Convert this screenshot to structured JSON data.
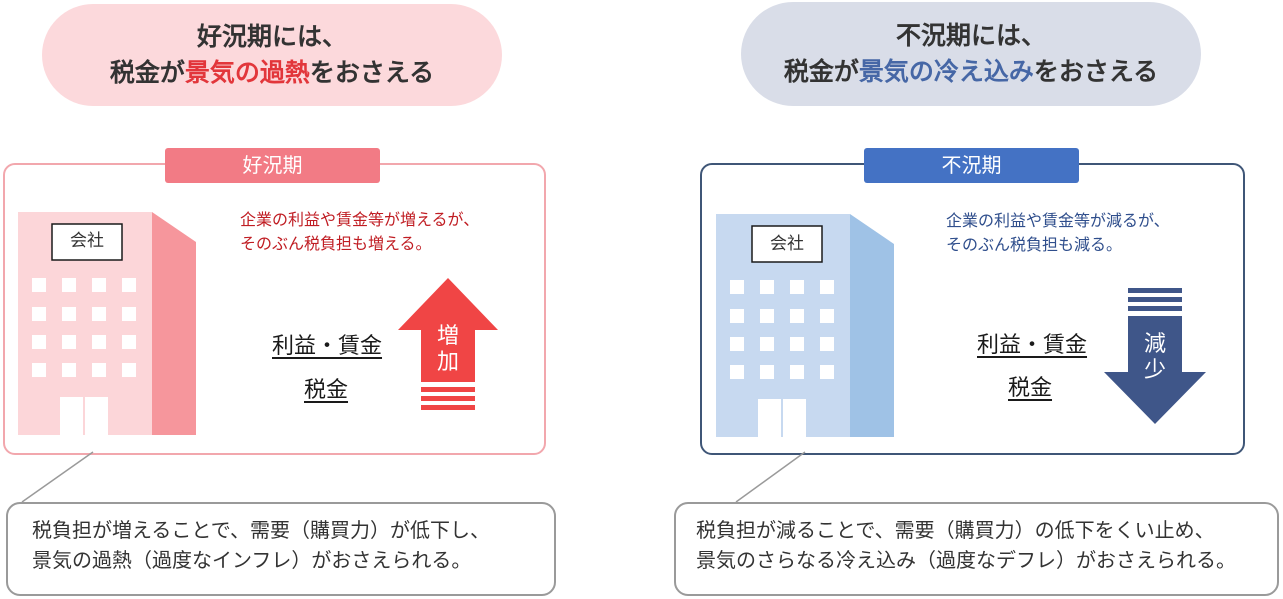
{
  "boom": {
    "headline_line1": "好況期には、",
    "headline_prefix": "税金が",
    "headline_highlight": "景気の過熱",
    "headline_suffix": "をおさえる",
    "tag": "好況期",
    "company": "会社",
    "desc_line1": "企業の利益や賃金等が増えるが、",
    "desc_line2": "そのぶん税負担も増える。",
    "label_profit": "利益・賃金",
    "label_tax": "税金",
    "arrow_char1": "増",
    "arrow_char2": "加",
    "bubble_line1": "税負担が増えることで、需要（購買力）が低下し、",
    "bubble_line2": "景気の過熱（過度なインフレ）がおさえられる。"
  },
  "recession": {
    "headline_line1": "不況期には、",
    "headline_prefix": "税金が",
    "headline_highlight": "景気の冷え込み",
    "headline_suffix": "をおさえる",
    "tag": "不況期",
    "company": "会社",
    "desc_line1": "企業の利益や賃金等が減るが、",
    "desc_line2": "そのぶん税負担も減る。",
    "label_profit": "利益・賃金",
    "label_tax": "税金",
    "arrow_char1": "減",
    "arrow_char2": "少",
    "bubble_line1": "税負担が減ることで、需要（購買力）の低下をくい止め、",
    "bubble_line2": "景気のさらなる冷え込み（過度なデフレ）がおさえられる。"
  },
  "colors": {
    "boom_accent": "#e2363b",
    "boom_tag": "#f27b85",
    "boom_headline_bg": "#fcd9dc",
    "recession_accent": "#4667a6",
    "recession_tag": "#4472c4",
    "recession_headline_bg": "#d9dde8",
    "recession_arrow": "#3f5689"
  }
}
